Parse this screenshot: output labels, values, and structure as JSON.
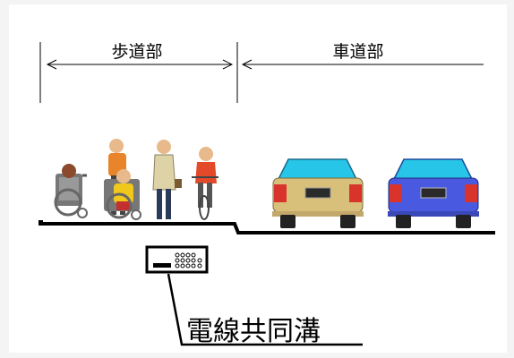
{
  "labels": {
    "sidewalk": "歩道部",
    "roadway": "車道部",
    "conduit": "電線共同溝"
  },
  "icons": {
    "arrow": "double-arrow-icon",
    "wheelchair": "wheelchair-user-icon",
    "pedestrian": "pedestrian-icon",
    "cyclist": "cyclist-icon",
    "car": "car-rear-icon",
    "conduit_box": "utility-conduit-icon"
  },
  "colors": {
    "background": "#f4f4f4",
    "ground_line": "#000000",
    "dimension_line": "#000000",
    "car_yellow_body": "#d9c07a",
    "car_blue_body": "#4a5ae0",
    "car_window": "#27c6e8",
    "car_taillight": "#d8342c",
    "person_orange": "#e8852a",
    "person_yellow": "#f0c81c",
    "person_beige": "#ddd3a6"
  }
}
